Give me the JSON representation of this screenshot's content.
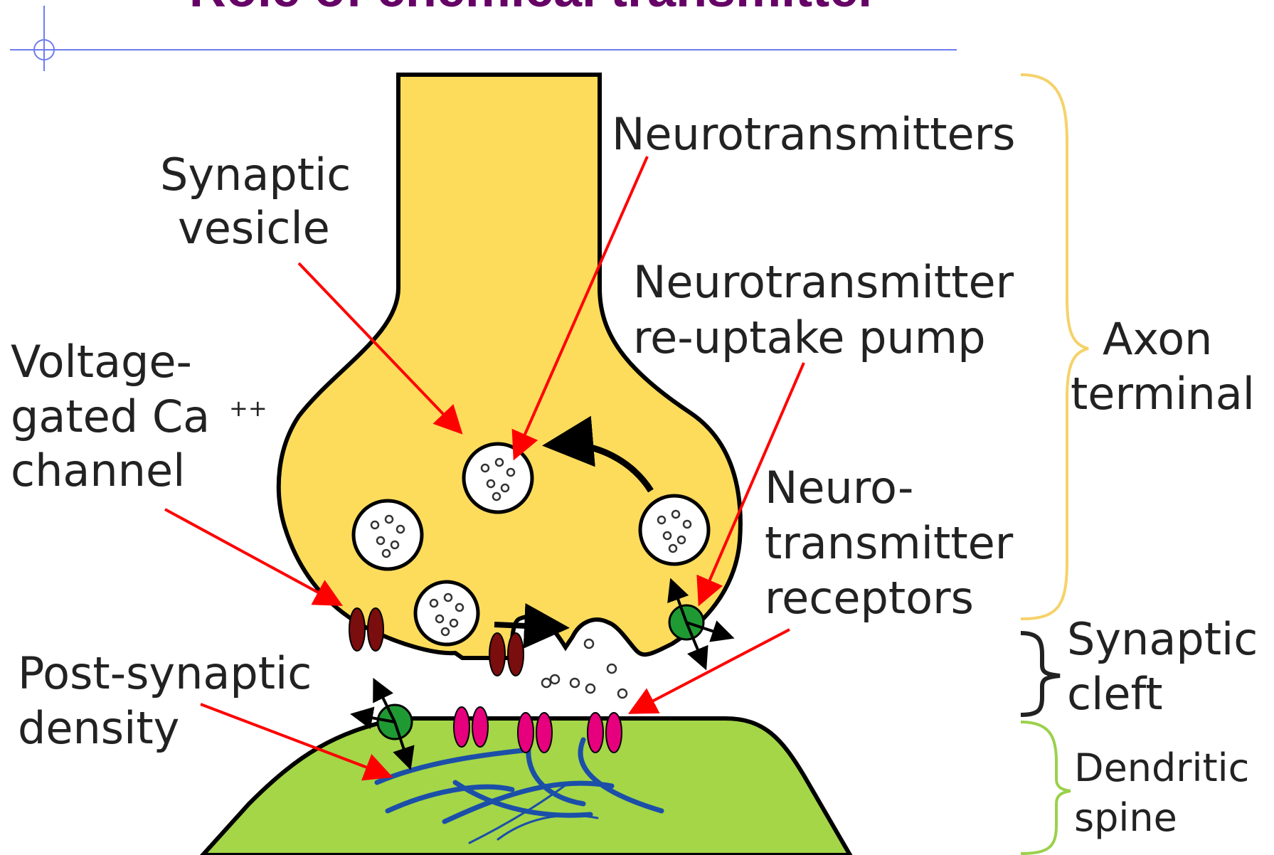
{
  "slide": {
    "title": "Role of chemical transmitter",
    "title_color": "#660066",
    "rule_color": "#6f7cf0"
  },
  "diagram": {
    "colors": {
      "axon": "#fddc5c",
      "dendrite": "#a4d648",
      "arrow": "#ff0000",
      "channel": "#7a0d0d",
      "receptor": "#e6007e",
      "pump": "#1f9a33",
      "density": "#1b4fa8",
      "brace_axon": "#f5d26a",
      "brace_cleft": "#222222",
      "brace_spine": "#9ad14a"
    },
    "labels": {
      "synaptic_vesicle": [
        "Synaptic",
        "vesicle"
      ],
      "neurotransmitters": "Neurotransmitters",
      "reuptake_pump": [
        "Neurotransmitter",
        "re-uptake pump"
      ],
      "voltage_gated": [
        "Voltage-",
        "gated Ca",
        "channel"
      ],
      "ca_superscript": "++",
      "nt_receptors": [
        "Neuro-",
        "transmitter",
        "receptors"
      ],
      "post_synaptic": [
        "Post-synaptic",
        "density"
      ],
      "axon_terminal": [
        "Axon",
        "terminal"
      ],
      "synaptic_cleft": [
        "Synaptic",
        "cleft"
      ],
      "dendritic_spine": [
        "Dendritic",
        "spine"
      ]
    },
    "icons": {
      "vesicle": "circle-with-dots",
      "channel": "paired-ellipses",
      "receptor": "paired-ellipses",
      "pump": "green-circle"
    }
  }
}
